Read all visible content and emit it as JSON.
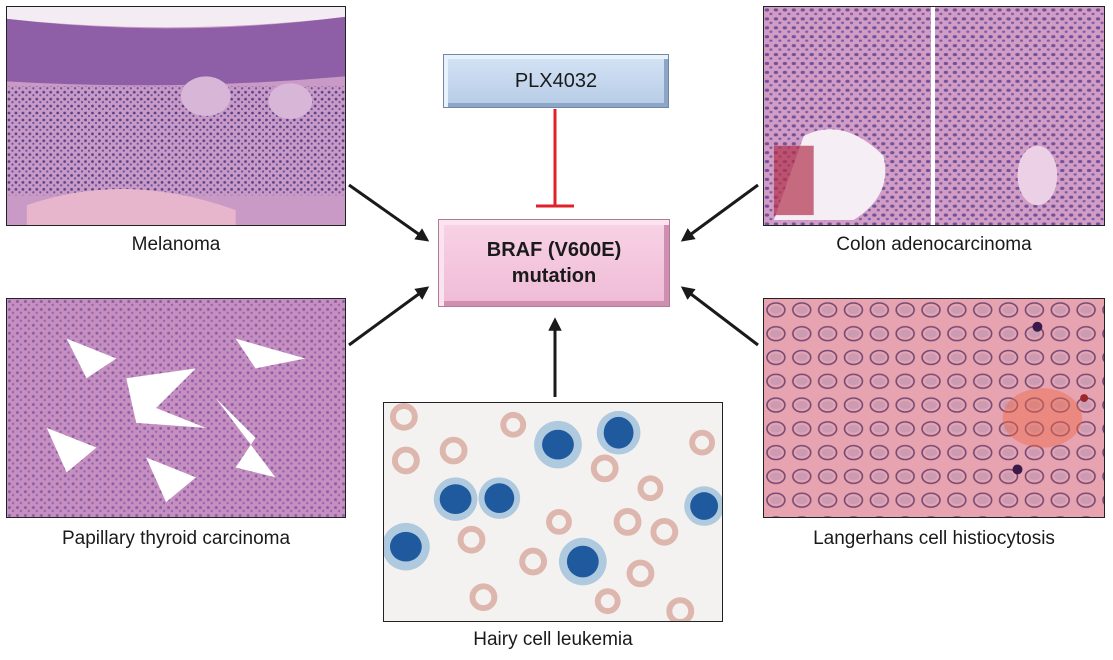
{
  "drug": {
    "label": "PLX4032"
  },
  "target": {
    "line1": "BRAF (V600E)",
    "line2": "mutation"
  },
  "panels": {
    "melanoma": {
      "caption": "Melanoma"
    },
    "colon": {
      "caption": "Colon adenocarcinoma"
    },
    "thyroid": {
      "caption": "Papillary thyroid carcinoma"
    },
    "langerhans": {
      "caption": "Langerhans cell histiocytosis"
    },
    "hairy_cell": {
      "caption": "Hairy cell leukemia"
    }
  },
  "colors": {
    "inhibition": "#e0202a",
    "arrow": "#1a1a1a",
    "drug_box": "#c4d6ee",
    "target_box": "#f3c6dd"
  }
}
